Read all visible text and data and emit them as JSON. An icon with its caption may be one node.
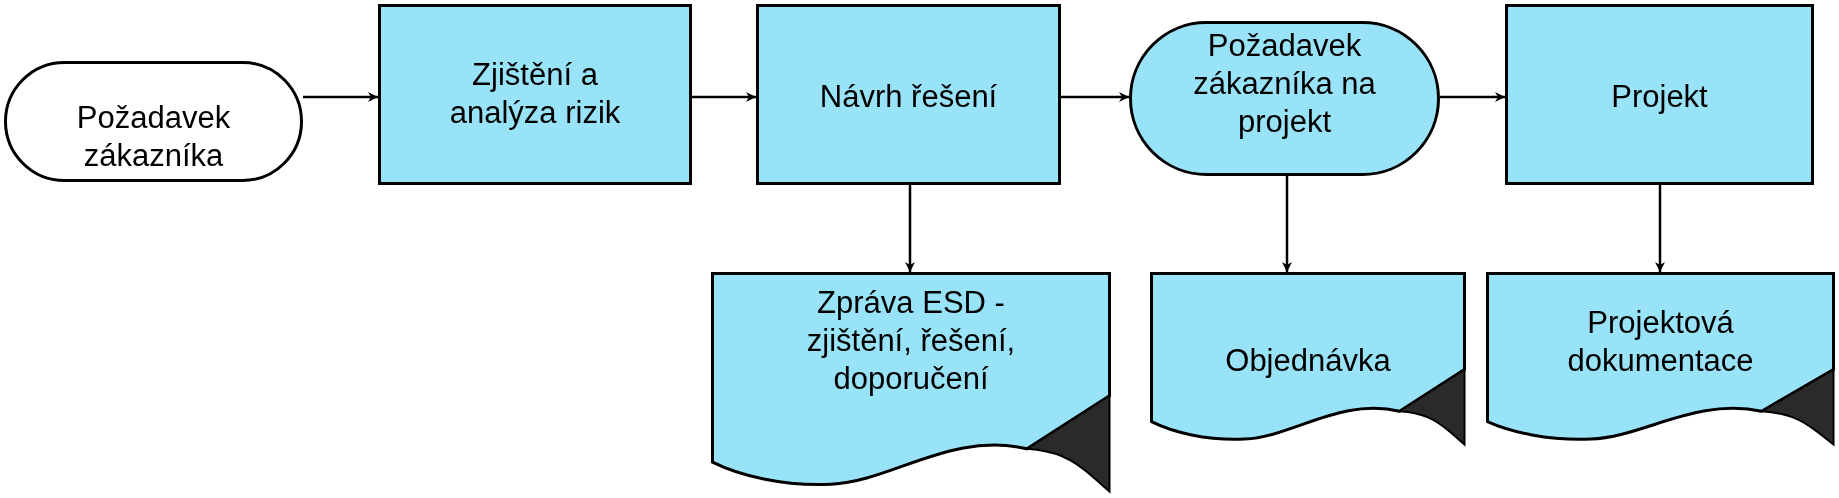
{
  "diagram": {
    "nodes": [
      {
        "text": [
          "Požadavek zákazníka"
        ]
      },
      {
        "text": [
          "Zjištění a analýza rizik"
        ]
      },
      {
        "text": [
          "Návrh řešení"
        ]
      },
      {
        "text": [
          "Požadavek zákazníka na projekt"
        ]
      },
      {
        "text": [
          "Projekt"
        ]
      },
      {
        "text": [
          "Zpráva ESD - zjištění, řešení, doporučení"
        ]
      },
      {
        "text": [
          "Objednávka"
        ]
      },
      {
        "text": [
          "Projektová dokumentace"
        ]
      }
    ],
    "edges": [
      {
        "from": 0,
        "to": 1,
        "arrow": "to"
      },
      {
        "from": 1,
        "to": 2,
        "arrow": "to"
      },
      {
        "from": 2,
        "to": 3,
        "arrow": "to"
      },
      {
        "from": 3,
        "to": 4,
        "arrow": "to"
      },
      {
        "from": 2,
        "to": 5,
        "arrow": "to"
      },
      {
        "from": 3,
        "to": 6,
        "arrow": "to"
      },
      {
        "from": 4,
        "to": 7,
        "arrow": "to"
      }
    ]
  }
}
